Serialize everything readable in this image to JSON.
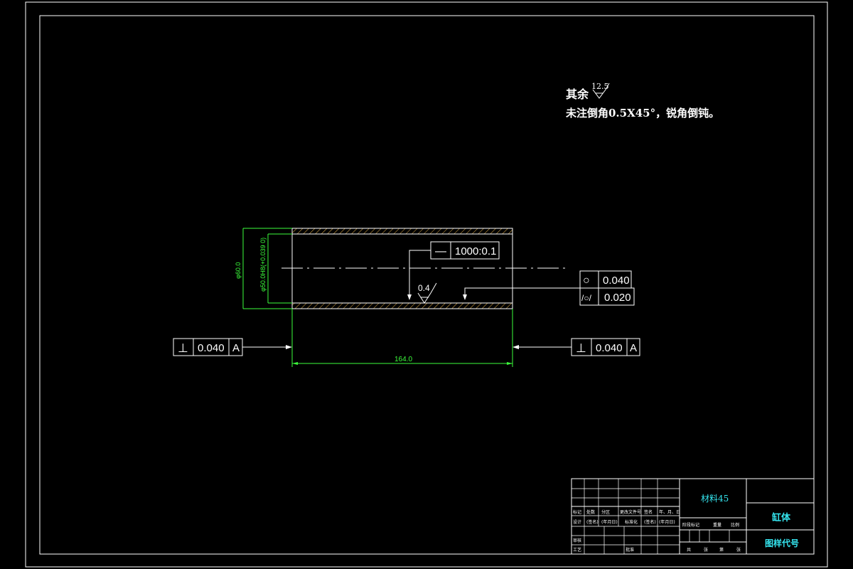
{
  "notes": {
    "remaining_label": "其余",
    "remaining_roughness": "12.5",
    "chamfer_note": "未注倒角0.5X45°，锐角倒钝。"
  },
  "part": {
    "outer_diameter_label": "φ60.0",
    "inner_diameter_label": "φ50.0H8(+0.039 0)",
    "length_label": "164.0",
    "inner_roughness": "0.4"
  },
  "tolerances": {
    "straightness": {
      "symbol": "—",
      "value": "1000:0.1"
    },
    "roundness": {
      "symbol": "○",
      "value": "0.040"
    },
    "cylindricity": {
      "symbol": "/○/",
      "value": "0.020"
    },
    "perpendicularity_left": {
      "symbol": "⊥",
      "value": "0.040",
      "datum": "A"
    },
    "perpendicularity_right": {
      "symbol": "⊥",
      "value": "0.040",
      "datum": "A"
    }
  },
  "title_block": {
    "material": "材料45",
    "part_name": "缸体",
    "drawing_no_label": "图样代号",
    "row_labels": [
      "标记",
      "处数",
      "分区",
      "更改文件号",
      "签名",
      "年、月、日"
    ],
    "design_row": [
      "设计",
      "(签名)",
      "(年月日)",
      "标准化",
      "(签名)",
      "(年月日)"
    ],
    "stage_labels": [
      "阶段标记",
      "重量",
      "比例"
    ],
    "left_bottom": [
      "审核",
      "工艺",
      "批准"
    ],
    "sheet_labels": [
      "共",
      "张",
      "第",
      "张"
    ]
  },
  "colors": {
    "background": "#000000",
    "line": "#ffffff",
    "dimension": "#3cff3c",
    "cyan": "#35e6f0",
    "hatch": "#e8b24a"
  }
}
